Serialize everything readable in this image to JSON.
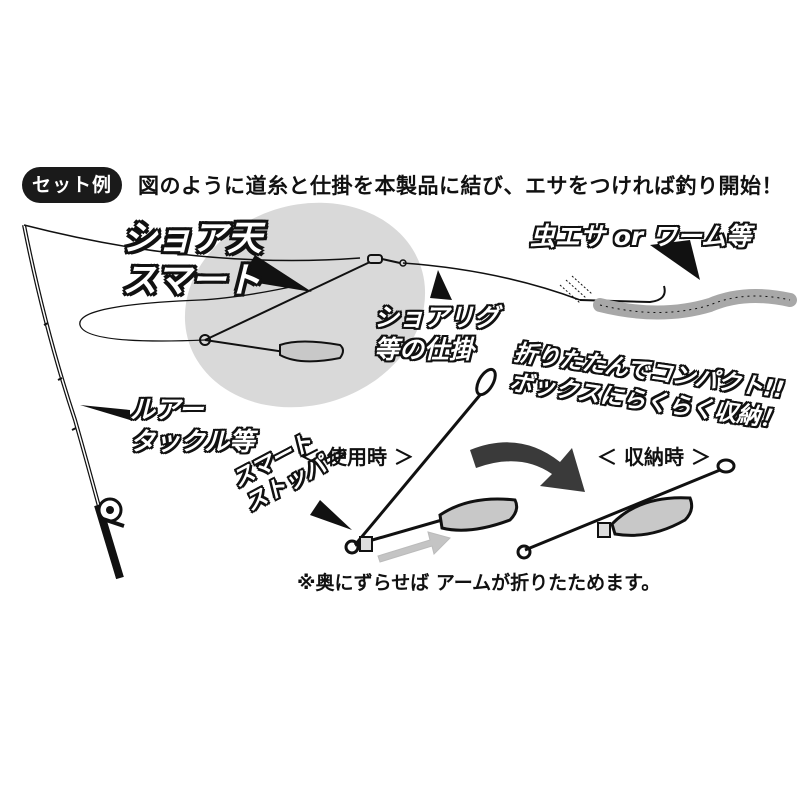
{
  "header": {
    "badge": "セット例",
    "description": "図のように道糸と仕掛を本製品に結び、エサをつければ釣り開始！"
  },
  "callouts": {
    "shoa_line1": "ショア天",
    "shoa_line2": "スマート",
    "worm": "虫エサ or ワーム等",
    "rig_line1": "ショアリグ",
    "rig_line2": "等の仕掛",
    "lure_line1": "ルアー",
    "lure_line2": "タックル等",
    "fold_line1": "折りたたんでコンパクト!!",
    "fold_line2": "ボックスにらくらく収納！",
    "stopper_line1": "スマート",
    "stopper_line2": "ストッパー"
  },
  "labels": {
    "in_use": "＜ 使用時 ＞",
    "stored": "＜ 収納時 ＞",
    "note": "※奥にずらせば アームが折りたためます。"
  },
  "colors": {
    "ink": "#111111",
    "shadow_gray": "#d9d9d9",
    "weight_gray": "#c8c8c8",
    "worm_gray": "#a8a8a8",
    "arrow_dark": "#3a3a3a",
    "arrow_light": "#c4c4c4"
  }
}
